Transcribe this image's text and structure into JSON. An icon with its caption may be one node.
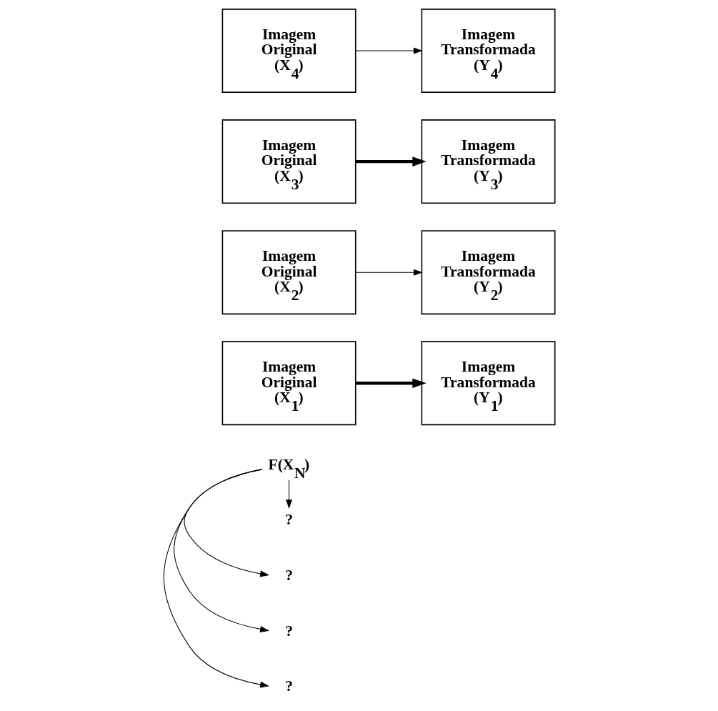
{
  "diagram": {
    "nodes": [
      {
        "text": [
          "F(X$_{N}$)"
        ]
      },
      {
        "text": [
          "Imagem Original (X$_{1}$)"
        ]
      },
      {
        "text": [
          "?"
        ]
      },
      {
        "text": [
          "Imagem Transformada (Y$_{1}$)"
        ]
      },
      {
        "text": [
          "Imagem Original (X$_{2}$)"
        ]
      },
      {
        "text": [
          "?"
        ]
      },
      {
        "text": [
          "Imagem Transformada (Y$_{2}$)"
        ]
      },
      {
        "text": [
          "Imagem Original (X$_{3}$)"
        ]
      },
      {
        "text": [
          "?"
        ]
      },
      {
        "text": [
          "Imagem Transformada (Y$_{3}$)"
        ]
      },
      {
        "text": [
          "Imagem Original (X$_{4}$)"
        ]
      },
      {
        "text": [
          "?"
        ]
      },
      {
        "text": [
          "Imagem Transformada (Y$_{4}$)"
        ]
      }
    ],
    "edges": [
      {
        "from": 1,
        "to": 3,
        "arrow": "to",
        "style": "thick"
      },
      {
        "from": 4,
        "to": 6,
        "arrow": "to"
      },
      {
        "from": 7,
        "to": 9,
        "arrow": "to",
        "style": "thick"
      },
      {
        "from": 10,
        "to": 12,
        "arrow": "to"
      },
      {
        "from": 0,
        "to": 2,
        "arrow": "to"
      },
      {
        "from": 0,
        "to": 5,
        "arrow": "to"
      },
      {
        "from": 0,
        "to": 8,
        "arrow": "to"
      },
      {
        "from": 0,
        "to": 11,
        "arrow": "to"
      }
    ]
  }
}
